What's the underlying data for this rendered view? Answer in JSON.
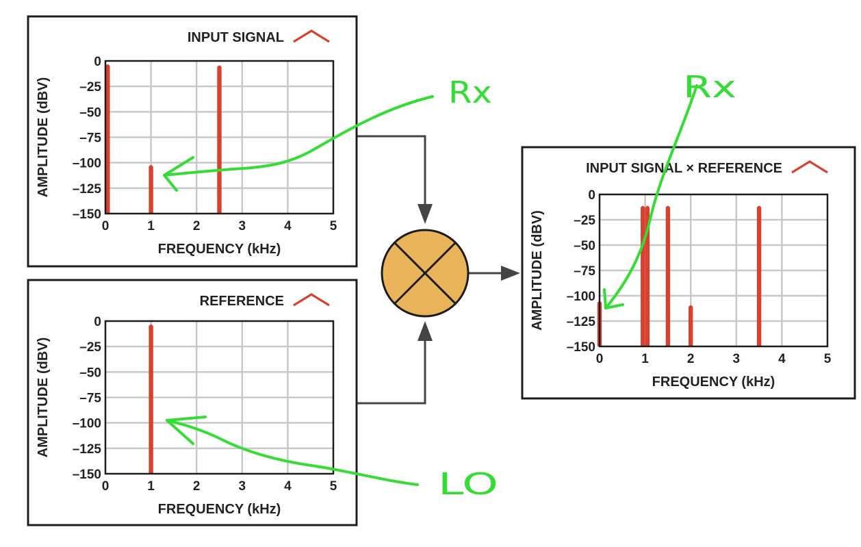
{
  "colors": {
    "series": "#d8402f",
    "grid": "#c8c8c8",
    "frame": "#1c1c1c",
    "mixer_fill": "#e9b35a",
    "annotation": "#33dd33"
  },
  "mixer": {
    "icon": "multiplier-circle-x-icon"
  },
  "annotations": {
    "rx_left": "Rx",
    "rx_right": "Rx",
    "lo": "LO"
  },
  "chart_data": [
    {
      "id": "input",
      "type": "line",
      "title": "INPUT SIGNAL",
      "legend_icon": "chevron-up-icon",
      "xlabel": "FREQUENCY (kHz)",
      "ylabel": "AMPLITUDE (dBV)",
      "xlim": [
        0,
        5
      ],
      "ylim": [
        -150,
        0
      ],
      "x_ticks": [
        "0",
        "1",
        "2",
        "3",
        "4",
        "5"
      ],
      "y_ticks": [
        "0",
        "–25",
        "–50",
        "–75",
        "–100",
        "–125",
        "–150"
      ],
      "grid": true,
      "peaks": [
        {
          "x": 0.05,
          "y": -3
        },
        {
          "x": 1.0,
          "y": -102
        },
        {
          "x": 2.5,
          "y": -4
        }
      ]
    },
    {
      "id": "reference",
      "type": "line",
      "title": "REFERENCE",
      "legend_icon": "chevron-up-icon",
      "xlabel": "FREQUENCY (kHz)",
      "ylabel": "AMPLITUDE (dBV)",
      "xlim": [
        0,
        5
      ],
      "ylim": [
        -150,
        0
      ],
      "x_ticks": [
        "0",
        "1",
        "2",
        "3",
        "4",
        "5"
      ],
      "y_ticks": [
        "0",
        "–25",
        "–50",
        "–75",
        "–100",
        "–125",
        "–150"
      ],
      "grid": true,
      "peaks": [
        {
          "x": 1.0,
          "y": -3
        }
      ]
    },
    {
      "id": "product",
      "type": "line",
      "title": "INPUT SIGNAL × REFERENCE",
      "legend_icon": "chevron-up-icon",
      "xlabel": "FREQUENCY (kHz)",
      "ylabel": "AMPLITUDE (dBV)",
      "xlim": [
        0,
        5
      ],
      "ylim": [
        -150,
        0
      ],
      "x_ticks": [
        "0",
        "1",
        "2",
        "3",
        "4",
        "5"
      ],
      "y_ticks": [
        "0",
        "–25",
        "–50",
        "–75",
        "–100",
        "–125",
        "–150"
      ],
      "grid": true,
      "peaks": [
        {
          "x": 0.0,
          "y": -105
        },
        {
          "x": 0.95,
          "y": -11
        },
        {
          "x": 1.05,
          "y": -11
        },
        {
          "x": 1.5,
          "y": -11
        },
        {
          "x": 2.0,
          "y": -109
        },
        {
          "x": 3.5,
          "y": -11
        }
      ]
    }
  ]
}
